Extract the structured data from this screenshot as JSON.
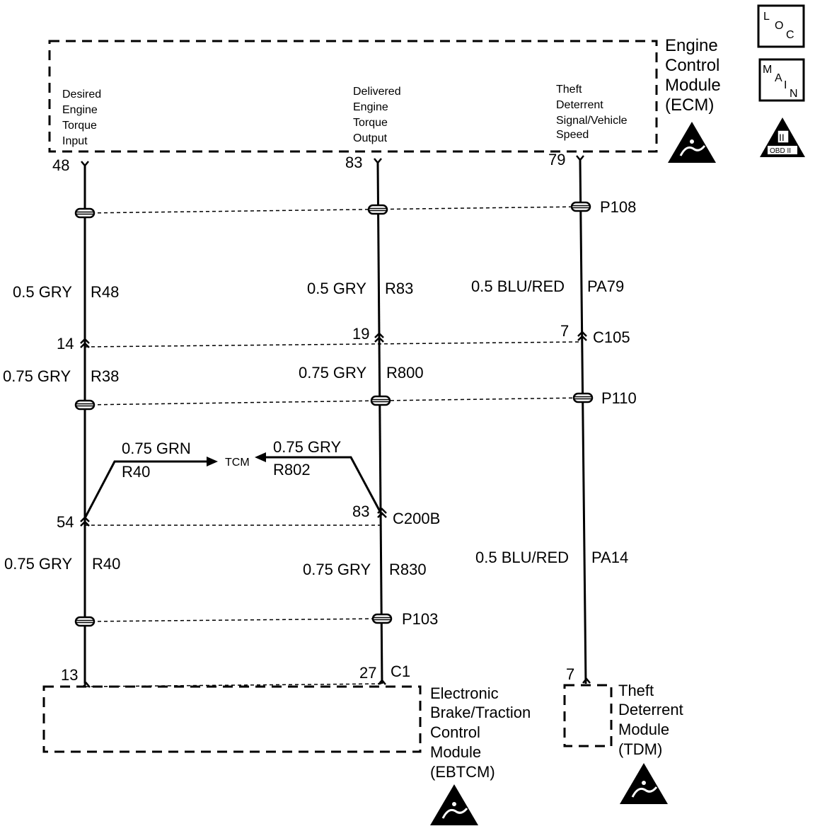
{
  "icons": {
    "loc": [
      "L",
      "O",
      "C"
    ],
    "main": [
      "M",
      "A",
      "I",
      "N"
    ],
    "obd": {
      "roman": "II",
      "label": "OBD II"
    }
  },
  "ecm": {
    "name": [
      "Engine",
      "Control",
      "Module",
      "(ECM)"
    ],
    "inputs": [
      {
        "label": [
          "Desired",
          "Engine",
          "Torque",
          "Input"
        ],
        "pin": "48"
      },
      {
        "label": [
          "Delivered",
          "Engine",
          "Torque",
          "Output"
        ],
        "pin": "83"
      },
      {
        "label": [
          "Theft",
          "Deterrent",
          "Signal/Vehicle",
          "Speed"
        ],
        "pin": "79"
      }
    ]
  },
  "splices": {
    "p108": "P108",
    "p110": "P110",
    "p103": "P103"
  },
  "wires": {
    "r48": {
      "gauge": "0.5 GRY",
      "circuit": "R48"
    },
    "r83": {
      "gauge": "0.5 GRY",
      "circuit": "R83"
    },
    "pa79": {
      "gauge": "0.5 BLU/RED",
      "circuit": "PA79"
    },
    "r38": {
      "gauge": "0.75 GRY",
      "circuit": "R38"
    },
    "r800": {
      "gauge": "0.75 GRY",
      "circuit": "R800"
    },
    "r40_tcm": {
      "gauge": "0.75 GRN",
      "circuit": "R40"
    },
    "r802": {
      "gauge": "0.75 GRY",
      "circuit": "R802"
    },
    "r40": {
      "gauge": "0.75 GRY",
      "circuit": "R40"
    },
    "r830": {
      "gauge": "0.75 GRY",
      "circuit": "R830"
    },
    "pa14": {
      "gauge": "0.5 BLU/RED",
      "circuit": "PA14"
    }
  },
  "connectors": {
    "c105": {
      "name": "C105",
      "pins": [
        "14",
        "19",
        "7"
      ]
    },
    "c200b": {
      "name": "C200B",
      "pins": [
        "54",
        "83"
      ]
    },
    "c1": {
      "name": "C1",
      "pins": [
        "13",
        "27"
      ]
    },
    "tdm_pin": "7"
  },
  "tcm": "TCM",
  "ebtcm": {
    "name": [
      "Electronic",
      "Brake/Traction",
      "Control",
      "Module",
      "(EBTCM)"
    ]
  },
  "tdm": {
    "name": [
      "Theft",
      "Deterrent",
      "Module",
      "(TDM)"
    ]
  }
}
